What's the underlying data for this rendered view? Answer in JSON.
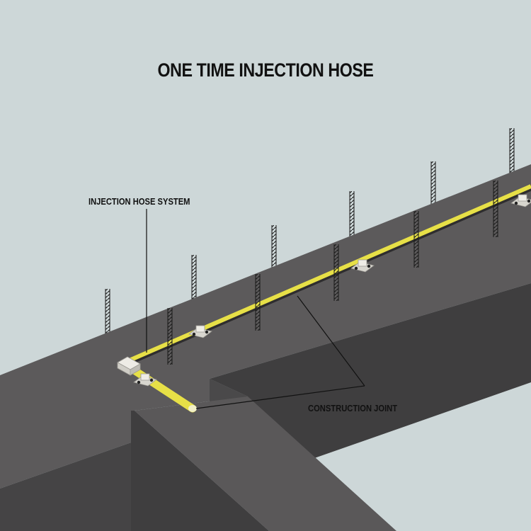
{
  "diagram": {
    "title": "ONE TIME INJECTION HOSE",
    "labels": {
      "injection_hose_system": "INJECTION HOSE SYSTEM",
      "construction_joint": "CONSTRUCTION JOINT"
    },
    "colors": {
      "background": "#cdd7d8",
      "concrete_top": "#5c5a5b",
      "concrete_side": "#4a494a",
      "concrete_face": "#3f3e3f",
      "hose": "#e7e047",
      "clip": "#d8d6cf",
      "rebar": "#1a1a1a"
    }
  }
}
